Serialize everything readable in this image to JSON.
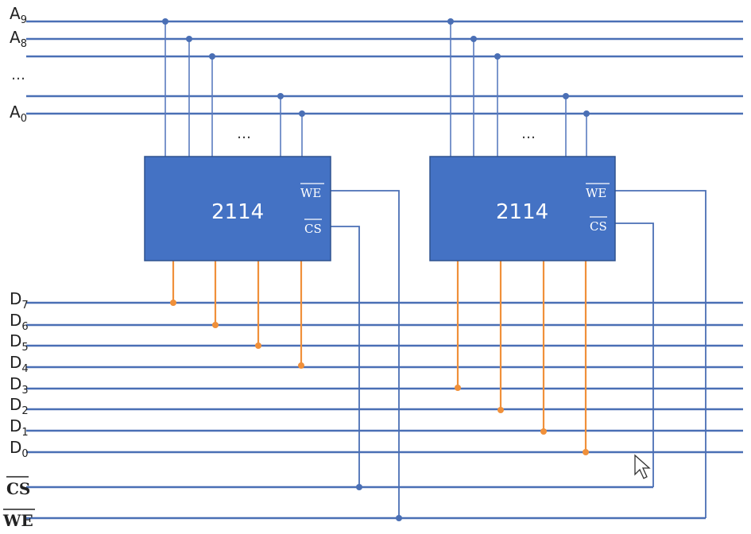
{
  "address_bus": {
    "labels": [
      {
        "base": "A",
        "sub": "9"
      },
      {
        "base": "A",
        "sub": "8"
      },
      {
        "base": "A",
        "sub": "0"
      }
    ],
    "ellipsis": "…"
  },
  "data_bus": {
    "labels": [
      {
        "base": "D",
        "sub": "7"
      },
      {
        "base": "D",
        "sub": "6"
      },
      {
        "base": "D",
        "sub": "5"
      },
      {
        "base": "D",
        "sub": "4"
      },
      {
        "base": "D",
        "sub": "3"
      },
      {
        "base": "D",
        "sub": "2"
      },
      {
        "base": "D",
        "sub": "1"
      },
      {
        "base": "D",
        "sub": "0"
      }
    ]
  },
  "control_lines": {
    "cs_label": "CS",
    "we_label": "WE"
  },
  "chips": [
    {
      "name": "2114",
      "we_pin": "WE",
      "cs_pin": "CS",
      "ellipsis": "…"
    },
    {
      "name": "2114",
      "we_pin": "WE",
      "cs_pin": "CS",
      "ellipsis": "…"
    }
  ],
  "colors": {
    "chip_fill": "#4472c4",
    "bus_line": "#4a6fb5",
    "data_link": "#f0903a"
  },
  "icons": {
    "cursor": "mouse-pointer-icon"
  }
}
